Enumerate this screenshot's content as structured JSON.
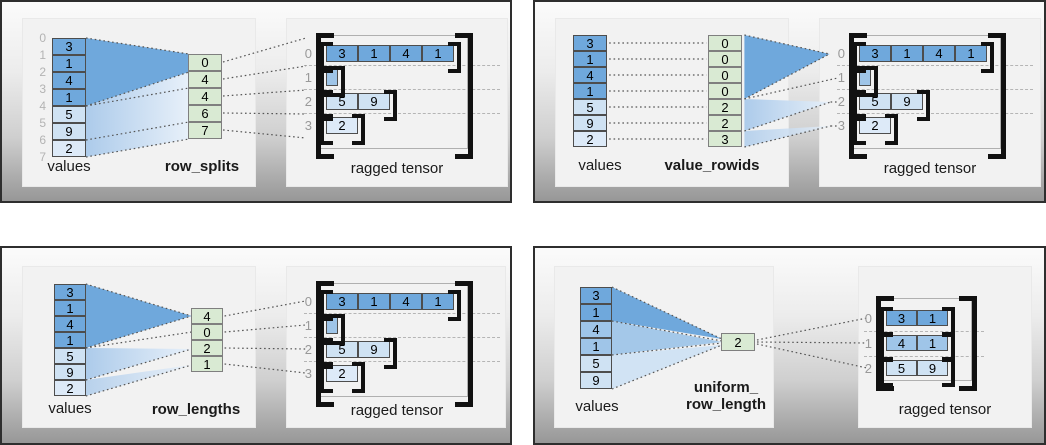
{
  "colors": {
    "cell_dark": "#6fa8dc",
    "cell_mid": "#9fc5e8",
    "cell_light": "#cfe2f3",
    "cell_lighter": "#ddeaf8",
    "green_cell": "#d9ead3",
    "green_border": "#7f7f7f",
    "cell_border": "#4d4d4d",
    "bracket": "#111111",
    "index_gray": "#b3b3b3",
    "row_label_gray": "#999999",
    "dashed_line": "#b5b5b5",
    "dotted_line": "#444444",
    "frame_border": "#2e2e2e",
    "inner_panel": "#f2f2f2"
  },
  "panels": [
    {
      "values_label": "values",
      "tensor_label": "ragged tensor",
      "param_label_lines": [
        "row_splits"
      ],
      "value_indices": [
        "0",
        "1",
        "2",
        "3",
        "4",
        "5",
        "6",
        "7"
      ],
      "values": [
        "3",
        "1",
        "4",
        "1",
        "5",
        "9",
        "2"
      ],
      "param_cells": [
        "0",
        "4",
        "4",
        "6",
        "7"
      ],
      "tensor_rows": [
        {
          "label": "0",
          "cells": [
            "3",
            "1",
            "4",
            "1"
          ]
        },
        {
          "label": "1",
          "cells": []
        },
        {
          "label": "2",
          "cells": [
            "5",
            "9"
          ]
        },
        {
          "label": "3",
          "cells": [
            "2"
          ]
        }
      ]
    },
    {
      "values_label": "values",
      "tensor_label": "ragged tensor",
      "param_label_lines": [
        "value_rowids"
      ],
      "values": [
        "3",
        "1",
        "4",
        "1",
        "5",
        "9",
        "2"
      ],
      "param_cells": [
        "0",
        "0",
        "0",
        "0",
        "2",
        "2",
        "3"
      ],
      "tensor_rows": [
        {
          "label": "0",
          "cells": [
            "3",
            "1",
            "4",
            "1"
          ]
        },
        {
          "label": "1",
          "cells": []
        },
        {
          "label": "2",
          "cells": [
            "5",
            "9"
          ]
        },
        {
          "label": "3",
          "cells": [
            "2"
          ]
        }
      ]
    },
    {
      "values_label": "values",
      "tensor_label": "ragged tensor",
      "param_label_lines": [
        "row_lengths"
      ],
      "values": [
        "3",
        "1",
        "4",
        "1",
        "5",
        "9",
        "2"
      ],
      "param_cells": [
        "4",
        "0",
        "2",
        "1"
      ],
      "tensor_rows": [
        {
          "label": "0",
          "cells": [
            "3",
            "1",
            "4",
            "1"
          ]
        },
        {
          "label": "1",
          "cells": []
        },
        {
          "label": "2",
          "cells": [
            "5",
            "9"
          ]
        },
        {
          "label": "3",
          "cells": [
            "2"
          ]
        }
      ]
    },
    {
      "values_label": "values",
      "tensor_label": "ragged tensor",
      "param_label_lines": [
        "uniform_",
        "row_length"
      ],
      "values": [
        "3",
        "1",
        "4",
        "1",
        "5",
        "9"
      ],
      "param_cells": [
        "2"
      ],
      "tensor_rows": [
        {
          "label": "0",
          "cells": [
            "3",
            "1"
          ]
        },
        {
          "label": "1",
          "cells": [
            "4",
            "1"
          ]
        },
        {
          "label": "2",
          "cells": [
            "5",
            "9"
          ]
        }
      ]
    }
  ]
}
